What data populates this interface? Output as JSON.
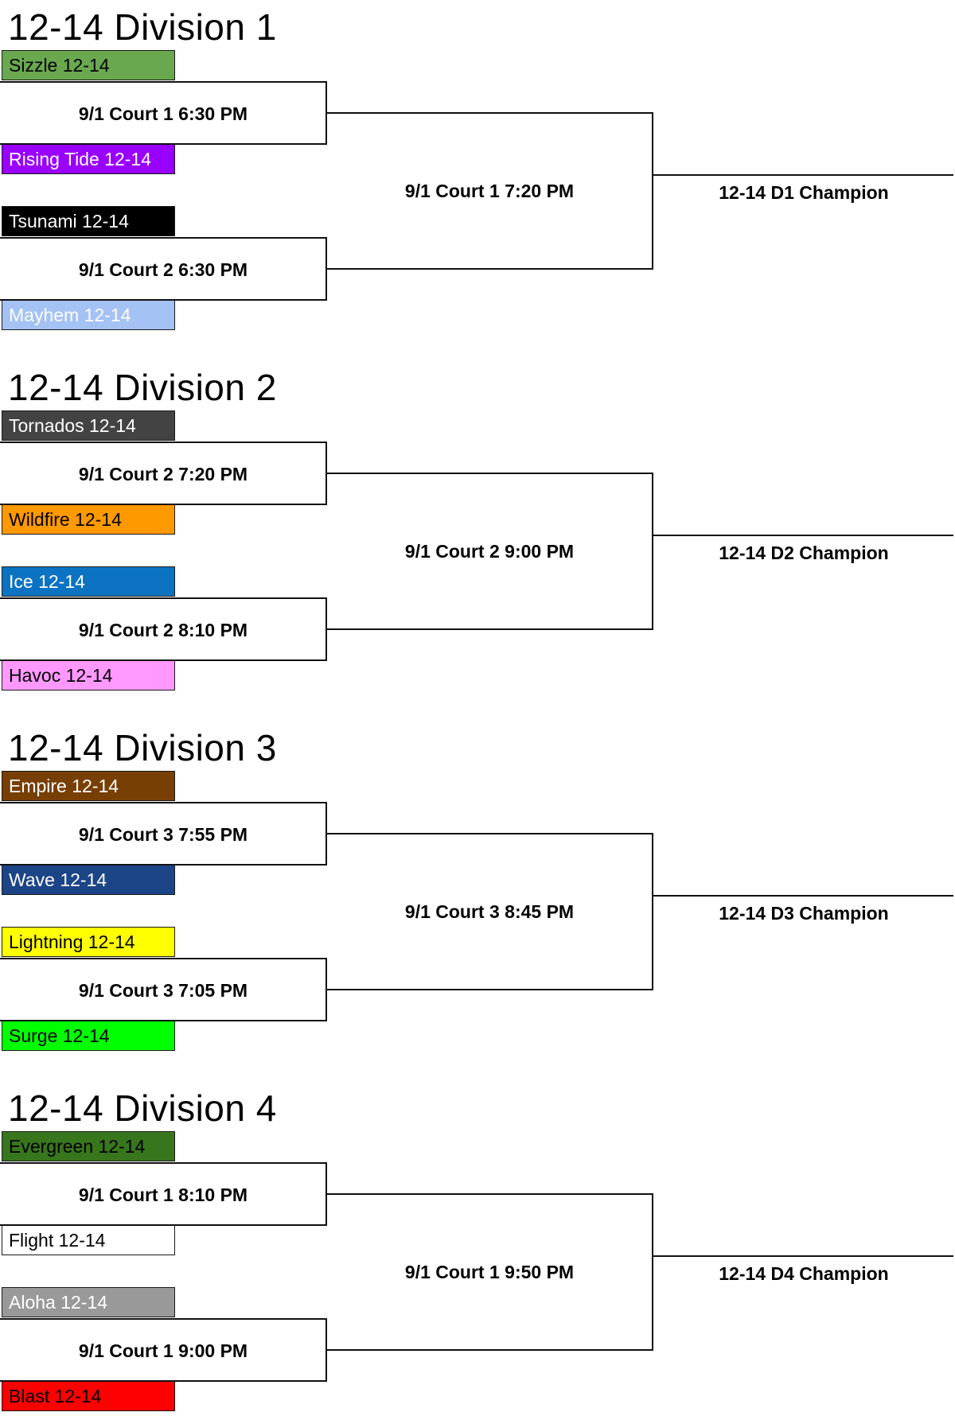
{
  "divisions": [
    {
      "title": "12-14 Division 1",
      "teams": [
        {
          "name": "Sizzle 12-14",
          "bg": "#6aa84f",
          "fg": "#000000"
        },
        {
          "name": "Rising Tide 12-14",
          "bg": "#9900ff",
          "fg": "#ffffff"
        },
        {
          "name": "Tsunami 12-14",
          "bg": "#000000",
          "fg": "#ffffff"
        },
        {
          "name": "Mayhem 12-14",
          "bg": "#a4c2f4",
          "fg": "#ffffff"
        }
      ],
      "games": [
        "9/1 Court 1 6:30 PM",
        "9/1 Court 2 6:30 PM"
      ],
      "final": "9/1 Court 1 7:20 PM",
      "champion": "12-14 D1 Champion"
    },
    {
      "title": "12-14 Division 2",
      "teams": [
        {
          "name": "Tornados 12-14",
          "bg": "#434343",
          "fg": "#ffffff"
        },
        {
          "name": "Wildfire 12-14",
          "bg": "#ff9900",
          "fg": "#000000"
        },
        {
          "name": "Ice 12-14",
          "bg": "#0b73c2",
          "fg": "#ffffff"
        },
        {
          "name": "Havoc 12-14",
          "bg": "#ff99ff",
          "fg": "#000000"
        }
      ],
      "games": [
        "9/1 Court 2 7:20 PM",
        "9/1 Court 2 8:10 PM"
      ],
      "final": "9/1 Court 2 9:00 PM",
      "champion": "12-14 D2 Champion"
    },
    {
      "title": "12-14 Division 3",
      "teams": [
        {
          "name": "Empire 12-14",
          "bg": "#783f04",
          "fg": "#ffffff"
        },
        {
          "name": "Wave 12-14",
          "bg": "#1c4587",
          "fg": "#ffffff"
        },
        {
          "name": "Lightning 12-14",
          "bg": "#ffff00",
          "fg": "#000000"
        },
        {
          "name": "Surge 12-14",
          "bg": "#00ff00",
          "fg": "#000000"
        }
      ],
      "games": [
        "9/1 Court 3 7:55 PM",
        "9/1 Court 3 7:05 PM"
      ],
      "final": "9/1 Court 3 8:45 PM",
      "champion": "12-14 D3 Champion"
    },
    {
      "title": "12-14 Division 4",
      "teams": [
        {
          "name": "Evergreen 12-14",
          "bg": "#38761d",
          "fg": "#000000"
        },
        {
          "name": "Flight 12-14",
          "bg": "#ffffff",
          "fg": "#000000"
        },
        {
          "name": "Aloha 12-14",
          "bg": "#999999",
          "fg": "#ffffff"
        },
        {
          "name": "Blast 12-14",
          "bg": "#ff0000",
          "fg": "#000000"
        }
      ],
      "games": [
        "9/1 Court 1 8:10 PM",
        "9/1 Court 1 9:00 PM"
      ],
      "final": "9/1 Court 1 9:50 PM",
      "champion": "12-14 D4 Champion"
    }
  ]
}
